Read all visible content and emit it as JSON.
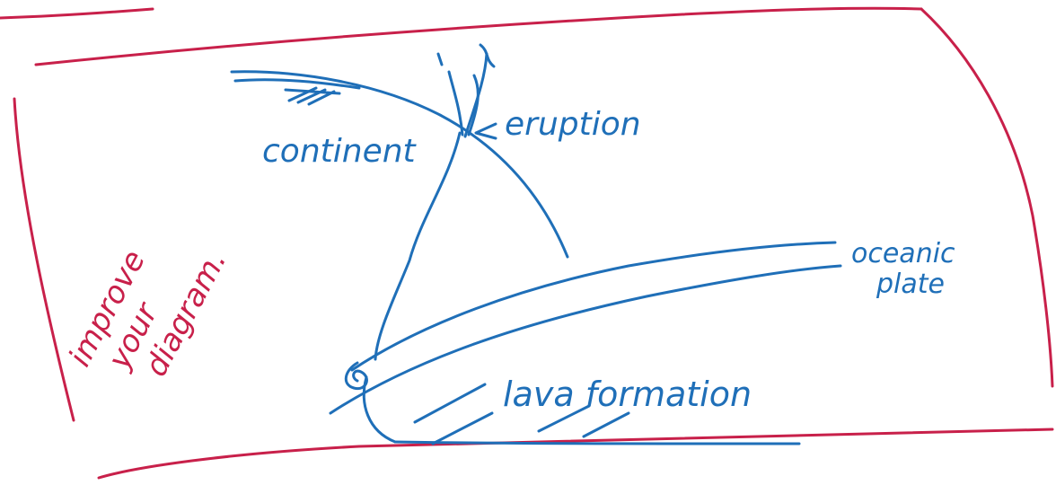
{
  "labels": {
    "continent": "continent",
    "eruption": "eruption",
    "oceanic_line1": "oceanic",
    "oceanic_line2": "plate",
    "lava_formation": "lava formation"
  },
  "teacher_note": [
    "improve",
    "your",
    "diagram."
  ],
  "colors": {
    "student_ink": "#1f6fb8",
    "teacher_ink": "#c8204a"
  }
}
